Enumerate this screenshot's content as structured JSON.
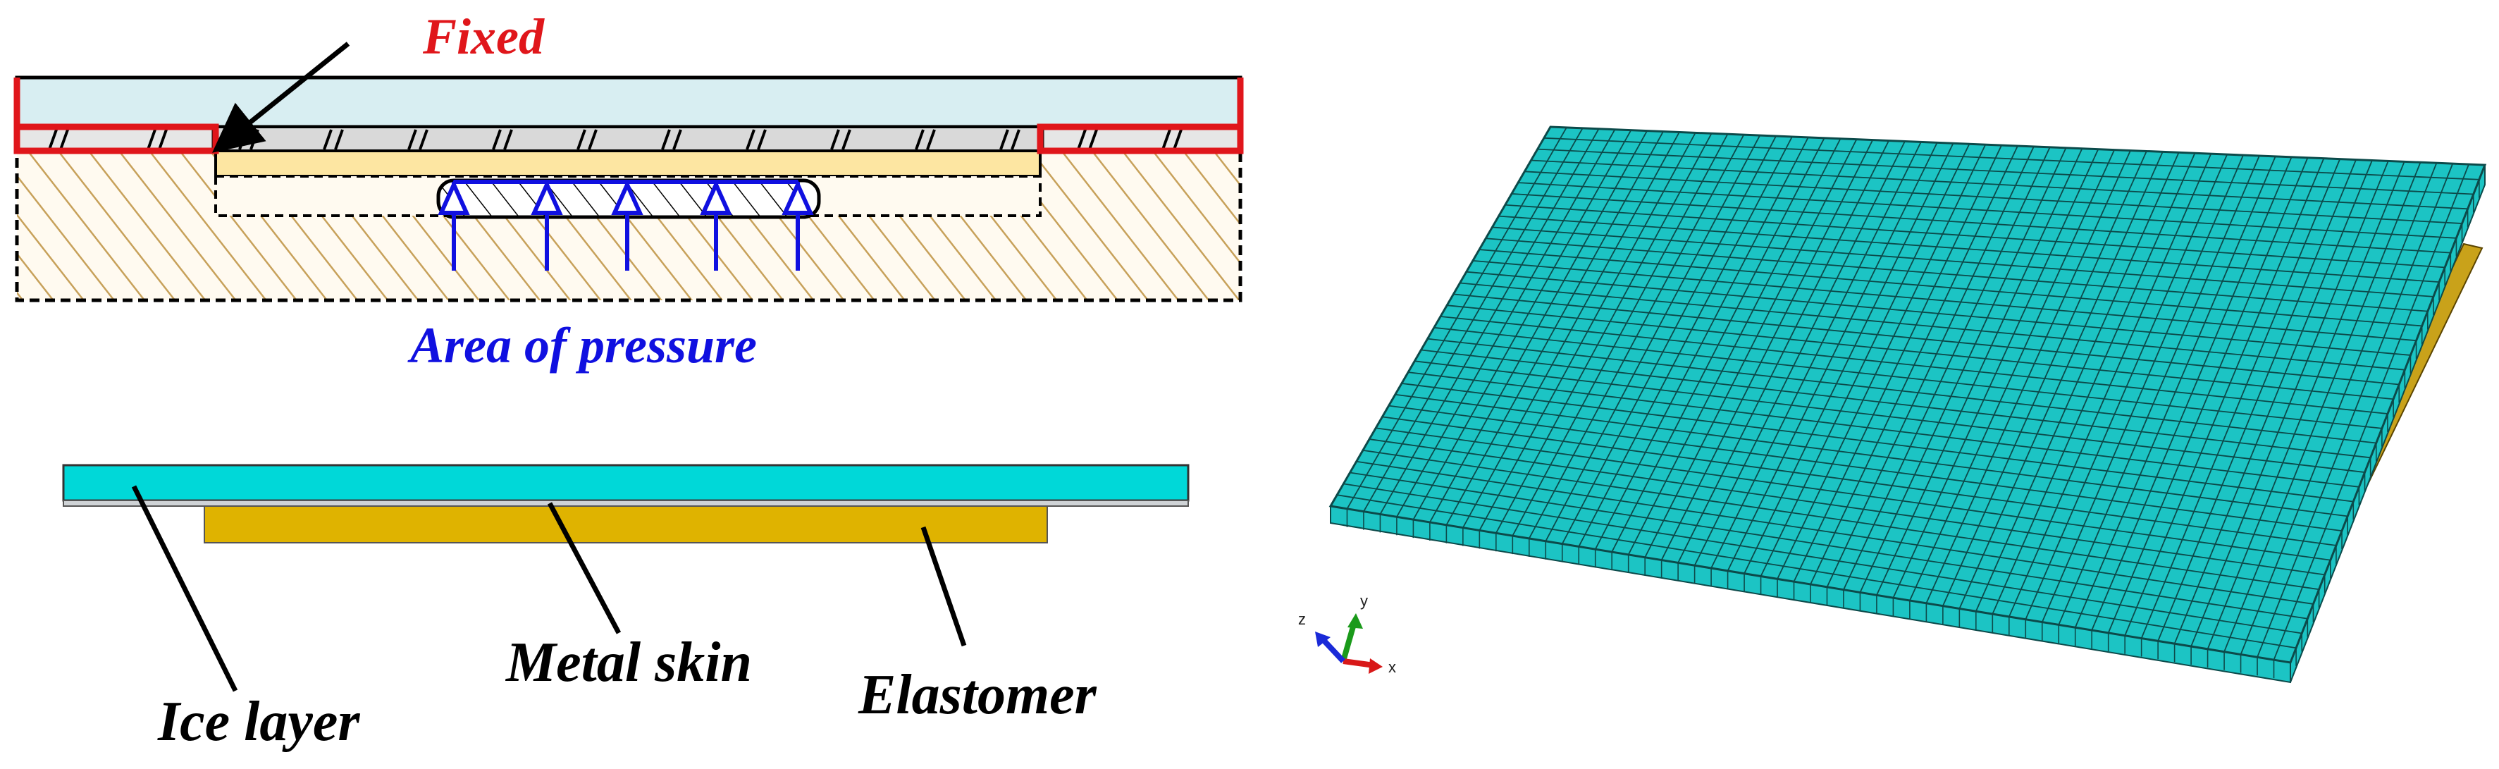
{
  "labels": {
    "fixed": "Fixed",
    "pressure": "Area of pressure",
    "ice_layer": "Ice layer",
    "metal_skin": "Metal skin",
    "elastomer": "Elastomer"
  },
  "axis_triad": {
    "x": "x",
    "y": "y",
    "z": "z"
  },
  "colors": {
    "fixed_red": "#e0161b",
    "pressure_blue": "#1010e0",
    "ice_light": "#d8eef2",
    "metal_gray": "#d9d9d9",
    "elastomer_light": "#fde6a2",
    "ice_cyan": "#00d8d8",
    "elastomer_gold": "#dfb300",
    "mesh_cyan": "#1cc4c4",
    "mesh_line": "#0c4a4a",
    "mesh_gold": "#c9a21a"
  },
  "mesh": {
    "cols": 58,
    "rows": 34
  }
}
